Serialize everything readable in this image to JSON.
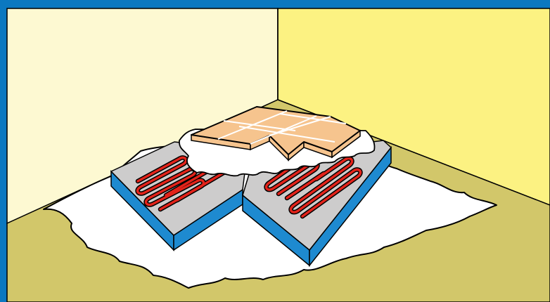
{
  "illustration": {
    "subject": "heated-floor-layers",
    "colors": {
      "frame_blue": "#0b78c0",
      "wall_left": "#fdf9d2",
      "wall_right": "#fcf282",
      "floor": "#d2c76a",
      "membrane": "#ffffff",
      "panel_top": "#cdcccc",
      "panel_side": "#1e8ad0",
      "heating_cable": "#e2231a",
      "tile": "#f6c48e",
      "outline": "#000000"
    },
    "layers": [
      {
        "id": "subfloor-membrane",
        "icon": "membrane-sheet"
      },
      {
        "id": "heating-panel-left",
        "icon": "heating-panel"
      },
      {
        "id": "heating-panel-right",
        "icon": "heating-panel"
      },
      {
        "id": "adhesive",
        "icon": "adhesive-layer"
      },
      {
        "id": "tiles",
        "icon": "tile-grid"
      }
    ]
  }
}
